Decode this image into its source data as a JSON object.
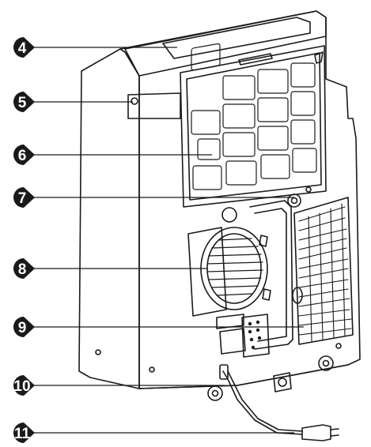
{
  "callouts": [
    {
      "number": "4"
    },
    {
      "number": "5"
    },
    {
      "number": "6"
    },
    {
      "number": "7"
    },
    {
      "number": "8"
    },
    {
      "number": "9"
    },
    {
      "number": "10"
    },
    {
      "number": "11"
    }
  ],
  "colors": {
    "line": "#1a1a1a",
    "badge": "#1a1a1a",
    "badge_text": "#ffffff",
    "background": "#ffffff"
  }
}
